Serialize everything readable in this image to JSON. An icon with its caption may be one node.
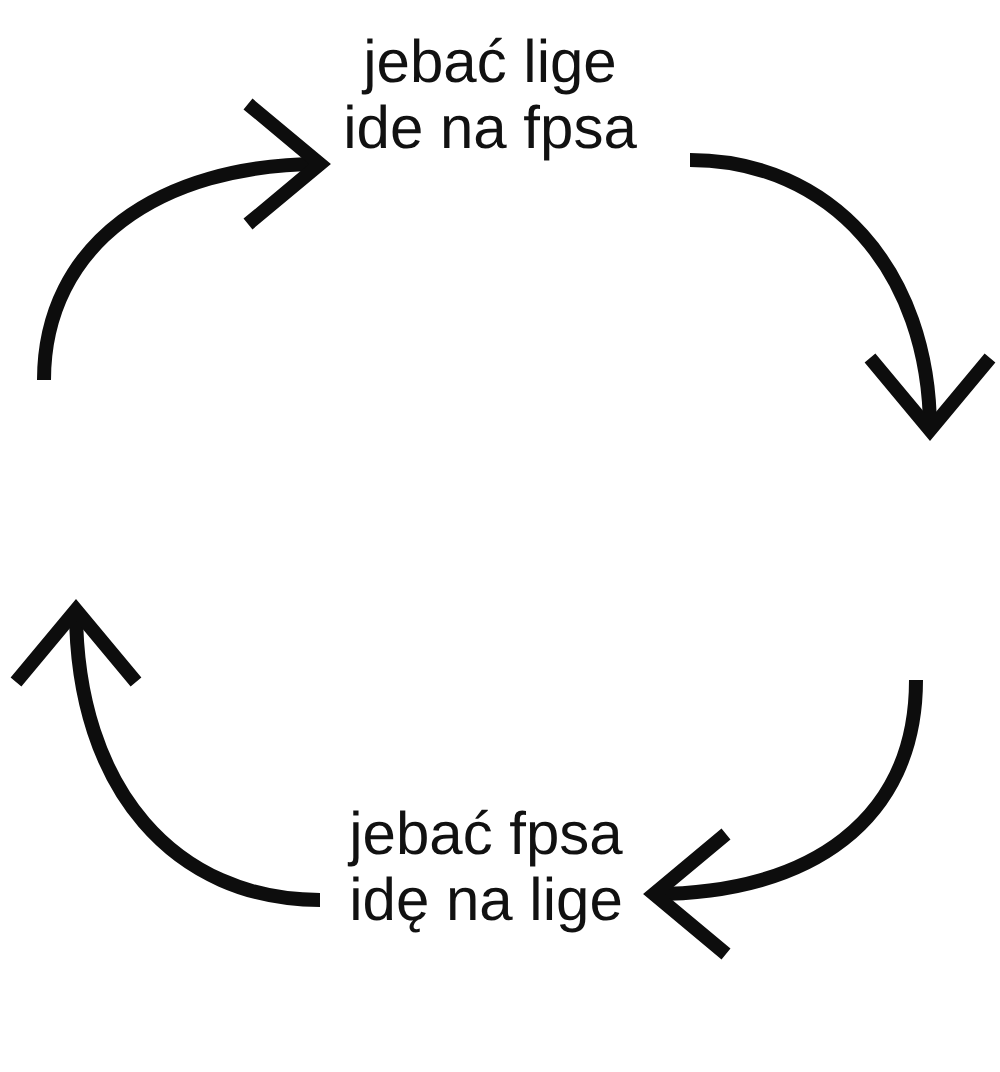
{
  "diagram": {
    "nodes": [
      {
        "text": [
          "jebać lige ide na fpsa"
        ]
      },
      {
        "text": [
          "jebać fpsa idę na lige"
        ]
      }
    ],
    "edges": [
      {
        "from": null,
        "to": 0,
        "arrow": "to"
      },
      {
        "from": 0,
        "to": null,
        "arrow": "to"
      },
      {
        "from": null,
        "to": 1,
        "arrow": "to"
      },
      {
        "from": 1,
        "to": null,
        "arrow": "to"
      }
    ]
  }
}
